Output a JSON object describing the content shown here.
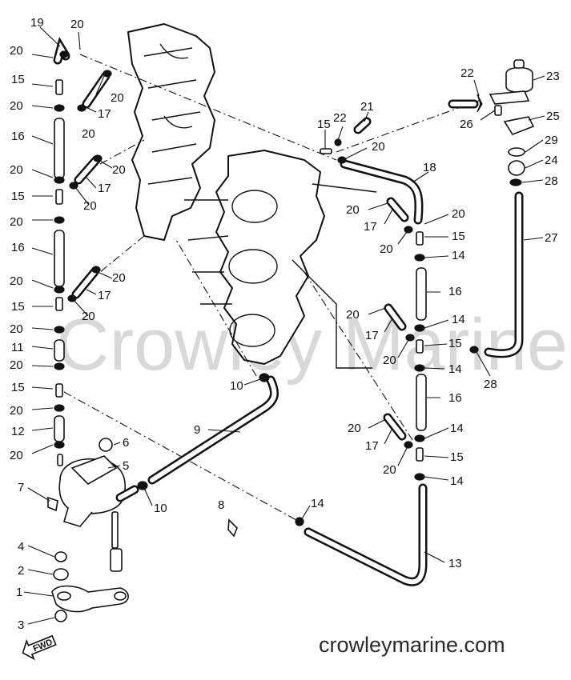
{
  "watermark": "Crowley Marine",
  "website": "crowleymarine.com",
  "fwd_label": "FWD",
  "callouts": [
    {
      "id": "c19",
      "text": "19"
    },
    {
      "id": "c20a",
      "text": "20"
    },
    {
      "id": "c20b",
      "text": "20"
    },
    {
      "id": "c15a",
      "text": "15"
    },
    {
      "id": "c20c",
      "text": "20"
    },
    {
      "id": "c16a",
      "text": "16"
    },
    {
      "id": "c20d",
      "text": "20"
    },
    {
      "id": "c15b",
      "text": "15"
    },
    {
      "id": "c20e",
      "text": "20"
    },
    {
      "id": "c16b",
      "text": "16"
    },
    {
      "id": "c20f",
      "text": "20"
    },
    {
      "id": "c15c",
      "text": "15"
    },
    {
      "id": "c20g",
      "text": "20"
    },
    {
      "id": "c11",
      "text": "11"
    },
    {
      "id": "c20h",
      "text": "20"
    },
    {
      "id": "c15d",
      "text": "15"
    },
    {
      "id": "c20i",
      "text": "20"
    },
    {
      "id": "c12",
      "text": "12"
    },
    {
      "id": "c20j",
      "text": "20"
    },
    {
      "id": "c7",
      "text": "7"
    },
    {
      "id": "c4",
      "text": "4"
    },
    {
      "id": "c2",
      "text": "2"
    },
    {
      "id": "c1",
      "text": "1"
    },
    {
      "id": "c3",
      "text": "3"
    },
    {
      "id": "c6",
      "text": "6"
    },
    {
      "id": "c5",
      "text": "5"
    },
    {
      "id": "c10a",
      "text": "10"
    },
    {
      "id": "c8",
      "text": "8"
    },
    {
      "id": "c9",
      "text": "9"
    },
    {
      "id": "c10b",
      "text": "10"
    },
    {
      "id": "c14a",
      "text": "14"
    },
    {
      "id": "c13",
      "text": "13"
    },
    {
      "id": "c20k",
      "text": "20"
    },
    {
      "id": "c17a",
      "text": "17"
    },
    {
      "id": "c20l",
      "text": "20"
    },
    {
      "id": "c20m",
      "text": "20"
    },
    {
      "id": "c17b",
      "text": "17"
    },
    {
      "id": "c20n",
      "text": "20"
    },
    {
      "id": "c20o",
      "text": "20"
    },
    {
      "id": "c17c",
      "text": "17"
    },
    {
      "id": "c20p",
      "text": "20"
    },
    {
      "id": "c15e",
      "text": "15"
    },
    {
      "id": "c22a",
      "text": "22"
    },
    {
      "id": "c21",
      "text": "21"
    },
    {
      "id": "c20q",
      "text": "20"
    },
    {
      "id": "c18",
      "text": "18"
    },
    {
      "id": "c20r",
      "text": "20"
    },
    {
      "id": "c17d",
      "text": "17"
    },
    {
      "id": "c20s",
      "text": "20"
    },
    {
      "id": "c20t",
      "text": "20"
    },
    {
      "id": "c15f",
      "text": "15"
    },
    {
      "id": "c14b",
      "text": "14"
    },
    {
      "id": "c16c",
      "text": "16"
    },
    {
      "id": "c20u",
      "text": "20"
    },
    {
      "id": "c17e",
      "text": "17"
    },
    {
      "id": "c14c",
      "text": "14"
    },
    {
      "id": "c20v",
      "text": "20"
    },
    {
      "id": "c15g",
      "text": "15"
    },
    {
      "id": "c14d",
      "text": "14"
    },
    {
      "id": "c16d",
      "text": "16"
    },
    {
      "id": "c20w",
      "text": "20"
    },
    {
      "id": "c17f",
      "text": "17"
    },
    {
      "id": "c14e",
      "text": "14"
    },
    {
      "id": "c20x",
      "text": "20"
    },
    {
      "id": "c15h",
      "text": "15"
    },
    {
      "id": "c14f",
      "text": "14"
    },
    {
      "id": "c22b",
      "text": "22"
    },
    {
      "id": "c23",
      "text": "23"
    },
    {
      "id": "c26",
      "text": "26"
    },
    {
      "id": "c25",
      "text": "25"
    },
    {
      "id": "c29",
      "text": "29"
    },
    {
      "id": "c24",
      "text": "24"
    },
    {
      "id": "c28a",
      "text": "28"
    },
    {
      "id": "c27",
      "text": "27"
    },
    {
      "id": "c28b",
      "text": "28"
    }
  ]
}
